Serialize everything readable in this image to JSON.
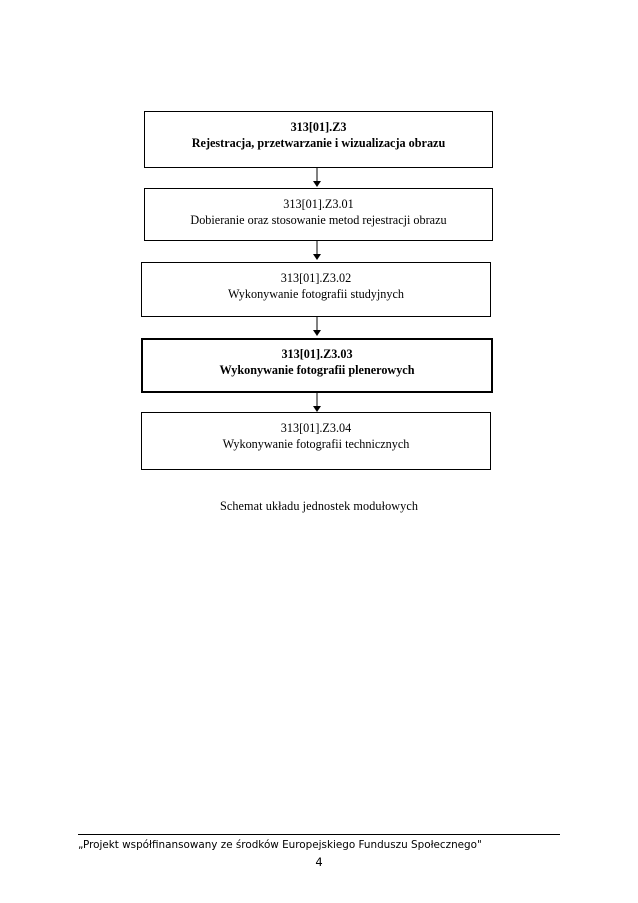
{
  "document": {
    "diagram": {
      "caption": "Schemat układu jednostek modułowych",
      "nodes": [
        {
          "code": "313[01].Z3",
          "title": "Rejestracja, przetwarzanie i wizualizacja obrazu",
          "emphasis": "bold"
        },
        {
          "code": "313[01].Z3.01",
          "title": "Dobieranie oraz stosowanie metod rejestracji obrazu",
          "emphasis": "normal"
        },
        {
          "code": "313[01].Z3.02",
          "title": "Wykonywanie fotografii studyjnych",
          "emphasis": "normal"
        },
        {
          "code": "313[01].Z3.03",
          "title": "Wykonywanie fotografii plenerowych",
          "emphasis": "bold-highlighted"
        },
        {
          "code": "313[01].Z3.04",
          "title": "Wykonywanie fotografii technicznych",
          "emphasis": "normal"
        }
      ],
      "connector_icon": "down-arrow-icon"
    },
    "footer": {
      "text": "„Projekt współfinansowany ze środków Europejskiego Funduszu Społecznego\"",
      "page_number": "4"
    }
  },
  "colors": {
    "page_background": "#ffffff",
    "ink": "#000000",
    "border": "#000000"
  }
}
